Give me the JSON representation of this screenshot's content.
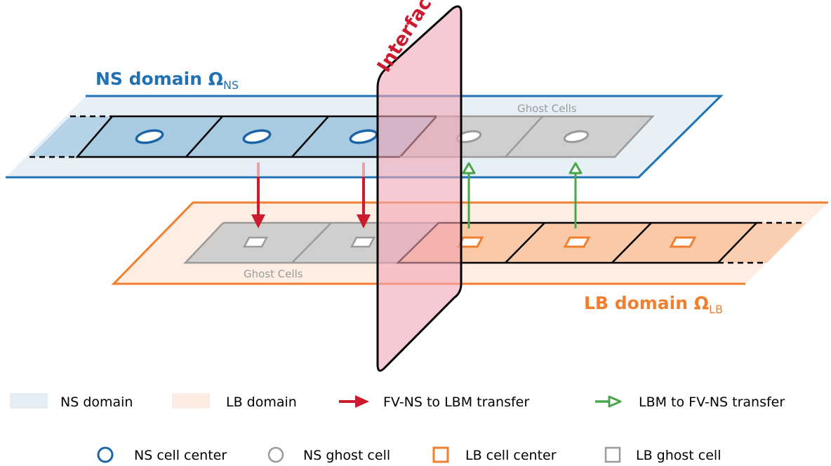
{
  "ns_domain": {
    "label": "NS domain",
    "sym": "Ω",
    "sub": "NS",
    "color": "#2171b5"
  },
  "lb_domain": {
    "label": "LB domain",
    "sym": "Ω",
    "sub": "LB",
    "color": "#f07f2f"
  },
  "interface_label": "Interface",
  "ghost_top": "Ghost Cells",
  "ghost_bottom": "Ghost Cells",
  "colors": {
    "ns_fill": "#a9cbe2",
    "ns_light": "#e4eef6",
    "lb_fill": "#f9c9a8",
    "lb_light": "#fdece1",
    "ghost": "#c9c9c9",
    "interface": "#f1a5b6",
    "red": "#cc1b2e",
    "green": "#4aa54a",
    "gray": "#9a9a9a"
  },
  "legend_row1": [
    {
      "type": "swatch-ns",
      "label": "NS domain"
    },
    {
      "type": "swatch-lb",
      "label": "LB domain"
    },
    {
      "type": "arrow-red",
      "label": "FV-NS to LBM transfer"
    },
    {
      "type": "arrow-green",
      "label": "LBM to FV-NS transfer"
    }
  ],
  "legend_row2": [
    {
      "type": "circle-blue",
      "label": "NS cell center"
    },
    {
      "type": "circle-gray",
      "label": "NS ghost cell"
    },
    {
      "type": "square-orange",
      "label": "LB cell center"
    },
    {
      "type": "square-gray",
      "label": "LB ghost cell"
    }
  ]
}
